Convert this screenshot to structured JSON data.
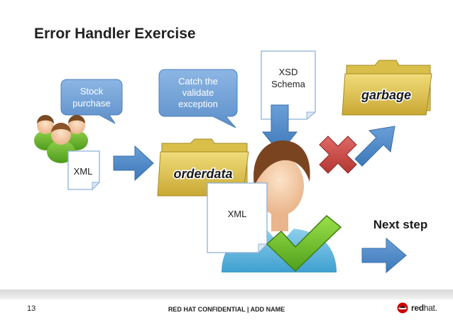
{
  "slide": {
    "title": "Error Handler Exercise",
    "page_number": "13",
    "footer_text": "RED HAT CONFIDENTIAL | ADD NAME",
    "logo": {
      "bold": "red",
      "rest": "hat."
    }
  },
  "diagram": {
    "callout_stock": [
      "Stock",
      "purchase"
    ],
    "callout_catch": [
      "Catch the",
      "validate",
      "exception"
    ],
    "doc_xsd": [
      "XSD",
      "Schema"
    ],
    "doc_xml_left": "XML",
    "doc_xml_center": "XML",
    "folder_orderdata": "orderdata",
    "folder_garbage": "garbage",
    "next_step": "Next step"
  },
  "colors": {
    "callout_fill": "#6fa0d6",
    "arrow_fill": "#4a86c8",
    "folder_fill": "#d8c04a",
    "check_fill": "#6cbf2a",
    "cross_fill": "#c8403e",
    "logo_red": "#cc0000"
  }
}
